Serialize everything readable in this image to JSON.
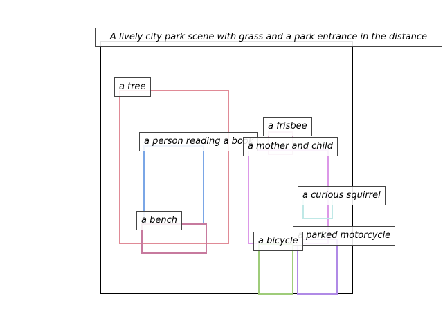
{
  "title": "A lively city park scene with grass and a park entrance in the distance",
  "regions": {
    "tree": {
      "label": "a tree",
      "color": "#e08a96"
    },
    "person": {
      "label": "a person reading a book",
      "color": "#7aa6e6"
    },
    "bench": {
      "label": "a bench",
      "color": "#c77a9e"
    },
    "mother": {
      "label": "a mother and child",
      "color": "#dc98e8"
    },
    "frisbee": {
      "label": "a frisbee",
      "color": "#d9a8c8"
    },
    "squirrel": {
      "label": "a curious squirrel",
      "color": "#bfe8e6"
    },
    "motorcycle": {
      "label": "a parked motorcycle",
      "color": "#b08ae6"
    },
    "bicycle": {
      "label": "a bicycle",
      "color": "#9fcc7a"
    }
  }
}
